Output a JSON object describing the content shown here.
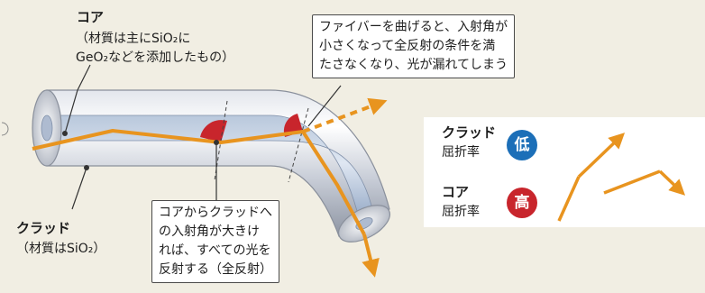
{
  "core": {
    "title": "コア",
    "note_line1": "（材質は主にSiO₂に",
    "note_line2": "GeO₂などを添加したもの）"
  },
  "cladding": {
    "title": "クラッド",
    "note": "（材質はSiO₂）"
  },
  "callout_bend": {
    "lines": [
      "ファイバーを曲げると、入射角が",
      "小さくなって全反射の条件を満",
      "たさなくなり、光が漏れてしまう"
    ]
  },
  "callout_total": {
    "lines": [
      "コアからクラッドへ",
      "の入射角が大きけ",
      "れば、すべての光を",
      "反射する（全反射）"
    ]
  },
  "legend": {
    "clad_title": "クラッド",
    "clad_sub": "屈折率",
    "clad_level": "低",
    "core_title": "コア",
    "core_sub": "屈折率",
    "core_level": "高"
  },
  "colors": {
    "light_ray": "#e8941f",
    "low_badge": "#1c6fb8",
    "high_badge": "#c8252c",
    "angle_mark": "#c8252c",
    "background": "#f1eee3"
  }
}
